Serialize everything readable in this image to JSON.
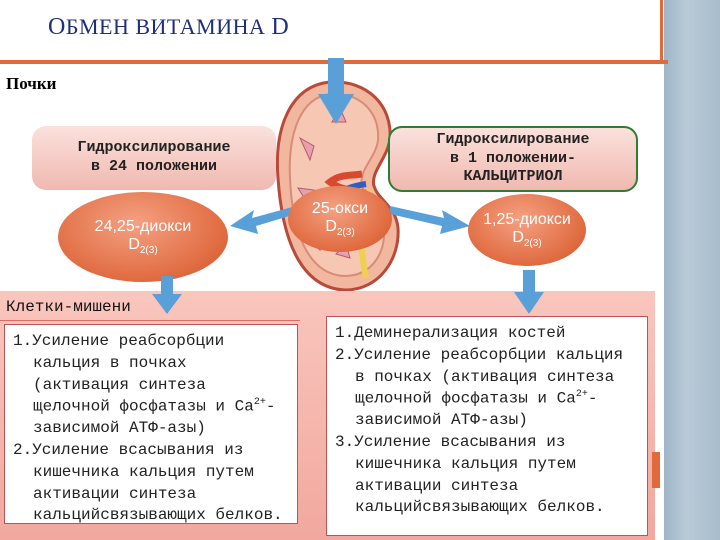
{
  "title": {
    "prefix": "О",
    "text": "БМЕН ВИТАМИНА ",
    "suffix": "D"
  },
  "kidney_label": "Почки",
  "box_left": {
    "line1": "Гидроксилирование",
    "line2": "в 24 положении"
  },
  "box_right": {
    "line1": "Гидроксилирование",
    "line2": "в 1 положении-",
    "line3": "КАЛЬЦИТРИОЛ"
  },
  "ellipse_left": {
    "line1": "24,25-диокси",
    "main": "D",
    "sub": "2(3)"
  },
  "ellipse_mid": {
    "line1": "25-окси",
    "main": "D",
    "sub": "2(3)"
  },
  "ellipse_right": {
    "line1": "1,25-диокси",
    "main": "D",
    "sub": "2(3)"
  },
  "targets_label": "Клетки-мишени",
  "left_list": {
    "item1": "1.Усиление реабсорбции кальция в почках (активация синтеза щелочной фосфатазы и Ca",
    "item1_sup": "2+",
    "item1_tail": "-зависимой АТФ-азы)",
    "item2": "2.Усиление всасывания из кишечника кальция путем активации синтеза кальцийсвязывающих белков."
  },
  "right_list": {
    "item1": "1.Деминерализация костей",
    "item2": "2.Усиление реабсорбции кальция в почках (активация синтеза щелочной фосфатазы и Ca",
    "item2_sup": "2+",
    "item2_tail": "-зависимой АТФ-азы)",
    "item3": "3.Усиление всасывания из кишечника кальция путем активации синтеза кальцийсвязывающих белков."
  },
  "colors": {
    "accent": "#e06a3a",
    "ellipse": "#e06a3f",
    "arrow": "#5aa0d8",
    "title": "#1f2f7a"
  }
}
